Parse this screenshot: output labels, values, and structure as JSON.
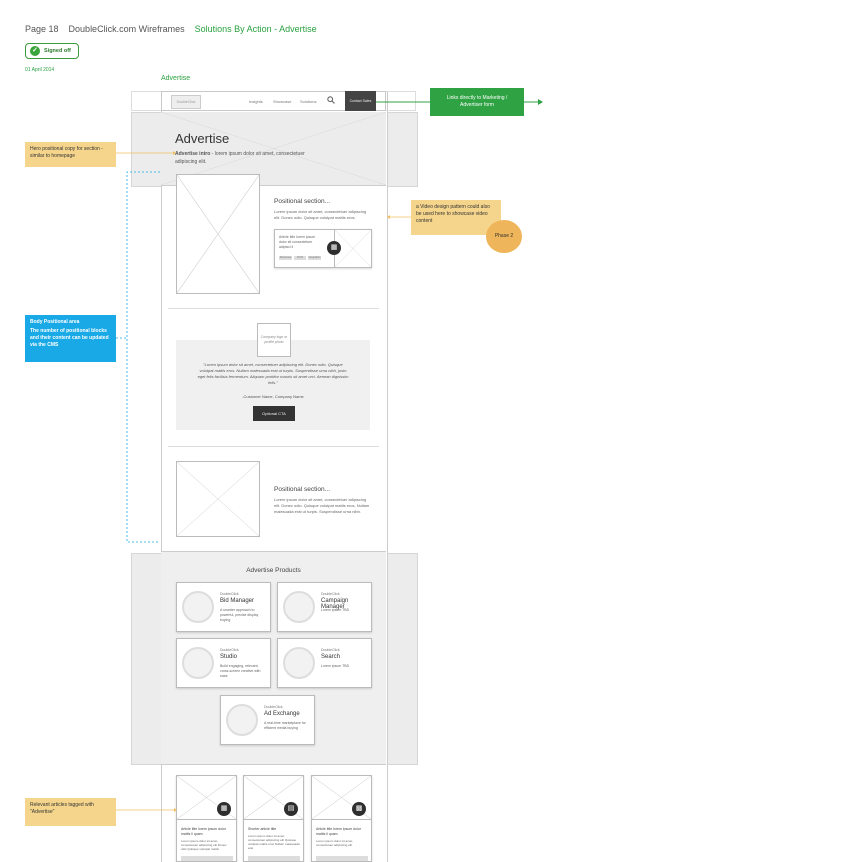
{
  "header": {
    "page": "Page 18",
    "project": "DoubleClick.com Wireframes",
    "section": "Solutions By Action - Advertise"
  },
  "status": {
    "label": "Signed off",
    "date": "01 April 2014"
  },
  "page_title": "Advertise",
  "nav": {
    "logo": "DoubleClick",
    "items": [
      "Insights",
      "Showcase",
      "Solutions"
    ],
    "contact": "Contact Sales"
  },
  "hero": {
    "title": "Advertise",
    "intro_bold": "Advertise intro",
    "intro_rest": " - lorem ipsum dolor sit amet, consectetuer adipiscing elit."
  },
  "section1": {
    "title": "Positional section...",
    "body": "Lorem ipsum dolor sit amet, consectetuer adipiscing elit. Donec odio. Quisque volutpat mattis eros.",
    "article_text": "Article title lorem ipsum dolor sit consectetuer adipisci li",
    "tags": [
      "Showcase",
      "DCM",
      "Integration"
    ]
  },
  "testimonial": {
    "logo": "Company logo or profile photo",
    "quote": "\"Lorem ipsum dolor sit amet, consectetuer adipiscing elit. Donec odio. Quisque volutpat mattis eros. Nullam malesuada erat ut turpis. Suspendisse urna nibh, justo eget felis facilisis fermentum. Aliquam porttitor mauris sit amet orci. Aenean dignissim felis.\"",
    "author": "-Customer Name, Company Name",
    "cta": "Optional CTA"
  },
  "section2": {
    "title": "Positional section...",
    "body": "Lorem ipsum dolor sit amet, consectetuer adipiscing elit. Donec odio. Quisque volutpat mattis eros. Nullam malesuada erat ut turpis. Suspendisse urna nibh."
  },
  "products": {
    "title": "Advertise Products",
    "items": [
      {
        "brand": "DoubleClick",
        "name": "Bid Manager",
        "desc": "A smarter approach to powerful, precise display buying"
      },
      {
        "brand": "DoubleClick",
        "name": "Campaign Manager",
        "desc": "Lorem ipsum TBD"
      },
      {
        "brand": "DoubleClick",
        "name": "Studio",
        "desc": "Build engaging, relevant, cross-screen creative with ease"
      },
      {
        "brand": "DoubleClick",
        "name": "Search",
        "desc": "Lorem ipsum TBD"
      },
      {
        "brand": "DoubleClick",
        "name": "Ad Exchange",
        "desc": "A real-time marketplace for efficient media buying"
      }
    ]
  },
  "articles": [
    {
      "title": "Article title lorem ipsum dolor mattis li quam",
      "body": "Lorem ipsum dolor sit amet, consectetuer adipiscing elit Donec odio Quisque volutpat mattis",
      "icon": "▦"
    },
    {
      "title": "Shorter article title",
      "body": "Lorem ipsum dolor sit amet consectetuer adipiscing elit Quisque volutpat mattis eros Nullam malesuada erat",
      "icon": "▤"
    },
    {
      "title": "Article title lorem ipsum dolor mattis li quam",
      "body": "Lorem ipsum dolor sit amet, consectetuer adipiscing elit",
      "icon": "▩"
    }
  ],
  "annotations": {
    "contact": "Links directly to Marketing / Advertiser form",
    "hero": "Hero positional copy for section - similar to homepage",
    "video": "a Video design pattern could also be used here to showcase video content",
    "phase": "Phase 2",
    "body_title": "Body Positional area",
    "body_text": "The number of positional blocks and their content can be updated via the CMS",
    "articles": "Relevant articles tagged with \"Advertise\""
  },
  "colors": {
    "accent_green": "#2aa140",
    "note_yellow": "#f5d58c",
    "note_blue": "#18a9e6",
    "phase_orange": "#efb55a"
  }
}
